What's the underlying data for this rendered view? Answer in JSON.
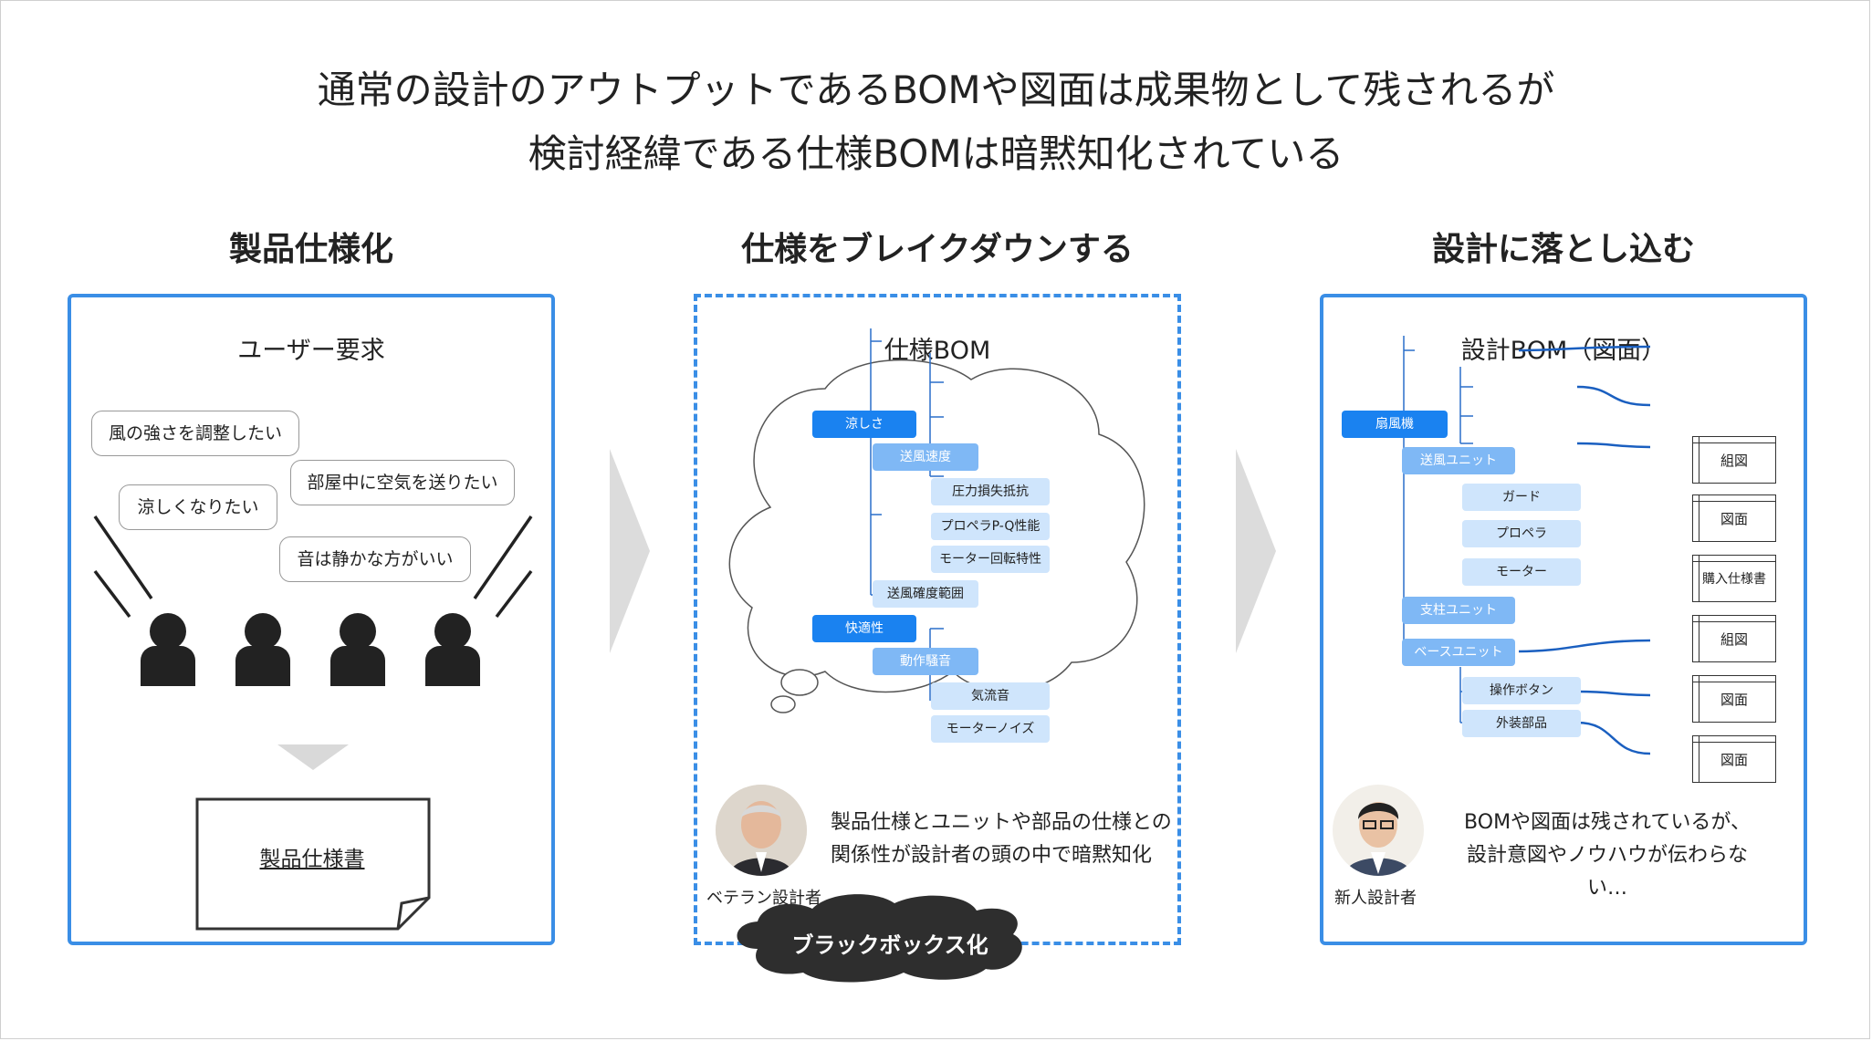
{
  "heading": {
    "line1": "通常の設計のアウトプットであるBOMや図面は成果物として残されるが",
    "line2": "検討経緯である仕様BOMは暗黙知化されている"
  },
  "columns": [
    {
      "title": "製品仕様化"
    },
    {
      "title": "仕様をブレイクダウンする"
    },
    {
      "title": "設計に落とし込む"
    }
  ],
  "panel1": {
    "title": "ユーザー要求",
    "requests": [
      "風の強さを調整したい",
      "部屋中に空気を送りたい",
      "涼しくなりたい",
      "音は静かな方がいい"
    ],
    "document": "製品仕様書"
  },
  "panel2": {
    "title": "仕様BOM",
    "tree": {
      "n1": "涼しさ",
      "n2": "送風速度",
      "n3": "圧力損失抵抗",
      "n4": "プロペラP-Q性能",
      "n5": "モーター回転特性",
      "n6": "送風確度範囲",
      "n7": "快適性",
      "n8": "動作騒音",
      "n9": "気流音",
      "n10": "モーターノイズ"
    },
    "person_label": "ベテラン設計者",
    "comment_line1": "製品仕様とユニットや部品の仕様との",
    "comment_line2": "関係性が設計者の頭の中で暗黙知化",
    "cloud_label": "ブラックボックス化"
  },
  "panel3": {
    "title": "設計BOM（図面）",
    "tree": {
      "n1": "扇風機",
      "n2": "送風ユニット",
      "n3": "ガード",
      "n4": "プロペラ",
      "n5": "モーター",
      "n6": "支柱ユニット",
      "n7": "ベースユニット",
      "n8": "操作ボタン",
      "n9": "外装部品"
    },
    "docs": [
      "組図",
      "図面",
      "購入仕様書",
      "組図",
      "図面",
      "図面"
    ],
    "person_label": "新人設計者",
    "comment_line1": "BOMや図面は残されているが、",
    "comment_line2": "設計意図やノウハウが伝わらない…"
  },
  "colors": {
    "accent": "#3a8ee6",
    "node_dark": "#1a82f0",
    "node_mid": "#7fb8f5",
    "node_light": "#cfe5fc",
    "arrow": "#d9d9d9"
  }
}
